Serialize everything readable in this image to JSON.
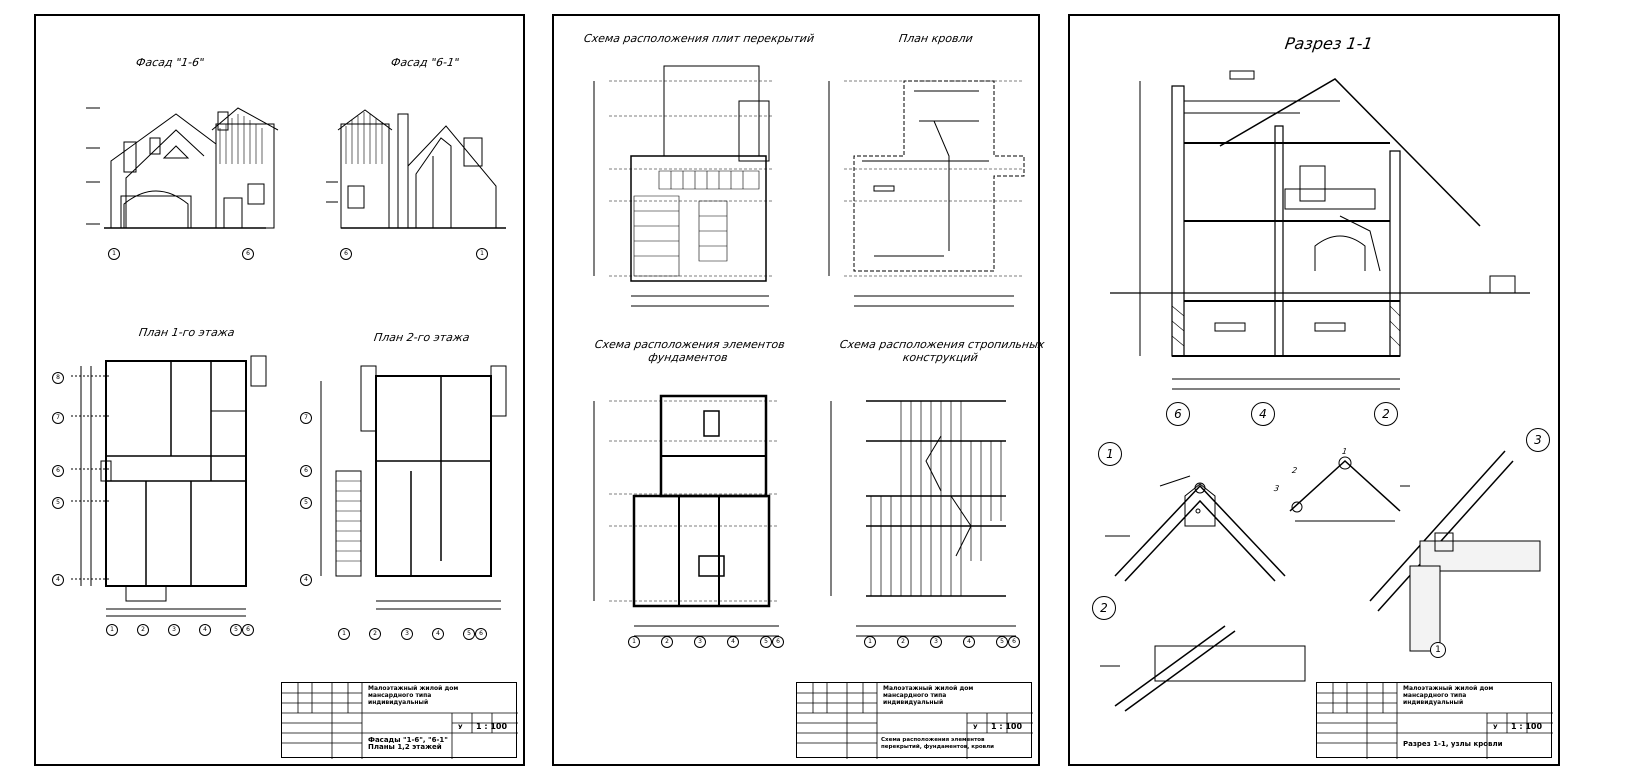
{
  "sheets": [
    {
      "drawings": {
        "facade_1_6": "Фасад \"1-6\"",
        "facade_6_1": "Фасад \"6-1\"",
        "plan_floor1": "План 1-го этажа",
        "plan_floor2": "План 2-го этажа"
      },
      "axes_bottom_floor1": [
        "1",
        "2",
        "3",
        "4",
        "5",
        "6"
      ],
      "axes_bottom_floor2": [
        "1",
        "2",
        "3",
        "4",
        "5",
        "6"
      ],
      "axes_left": [
        "8",
        "7",
        "6",
        "5",
        "4"
      ],
      "titleblock": {
        "project": "Малоэтажный жилой дом\nмансардного типа\nиндивидуальный",
        "sheet_title": "Фасады \"1-6\", \"6-1\"\nПланы 1,2 этажей",
        "stage": "У",
        "scale": "1 : 100"
      }
    },
    {
      "drawings": {
        "slab_layout": "Схема расположения плит перекрытий",
        "roof_plan": "План кровли",
        "foundation_layout": "Схема расположения элементов\nфундаментов",
        "rafter_layout": "Схема расположения стропильных\nконструкций"
      },
      "axes_bottom": [
        "1",
        "2",
        "3",
        "4",
        "5",
        "6"
      ],
      "titleblock": {
        "project": "Малоэтажный жилой дом\nмансардного типа\nиндивидуальный",
        "sheet_title": "Схема расположения элементов\nперекрытий, фундаментов, кровли",
        "stage": "У",
        "scale": "1 : 100"
      }
    },
    {
      "drawings": {
        "section": "Разрез 1-1"
      },
      "section_axes": [
        "6",
        "4",
        "2"
      ],
      "detail_markers": [
        "1",
        "2",
        "3"
      ],
      "callout_numbers": [
        "1",
        "2",
        "3"
      ],
      "titleblock": {
        "project": "Малоэтажный жилой дом\nмансардного типа\nиндивидуальный",
        "sheet_title": "Разрез 1-1, узлы кровли",
        "stage": "У",
        "scale": "1 : 100"
      }
    }
  ]
}
